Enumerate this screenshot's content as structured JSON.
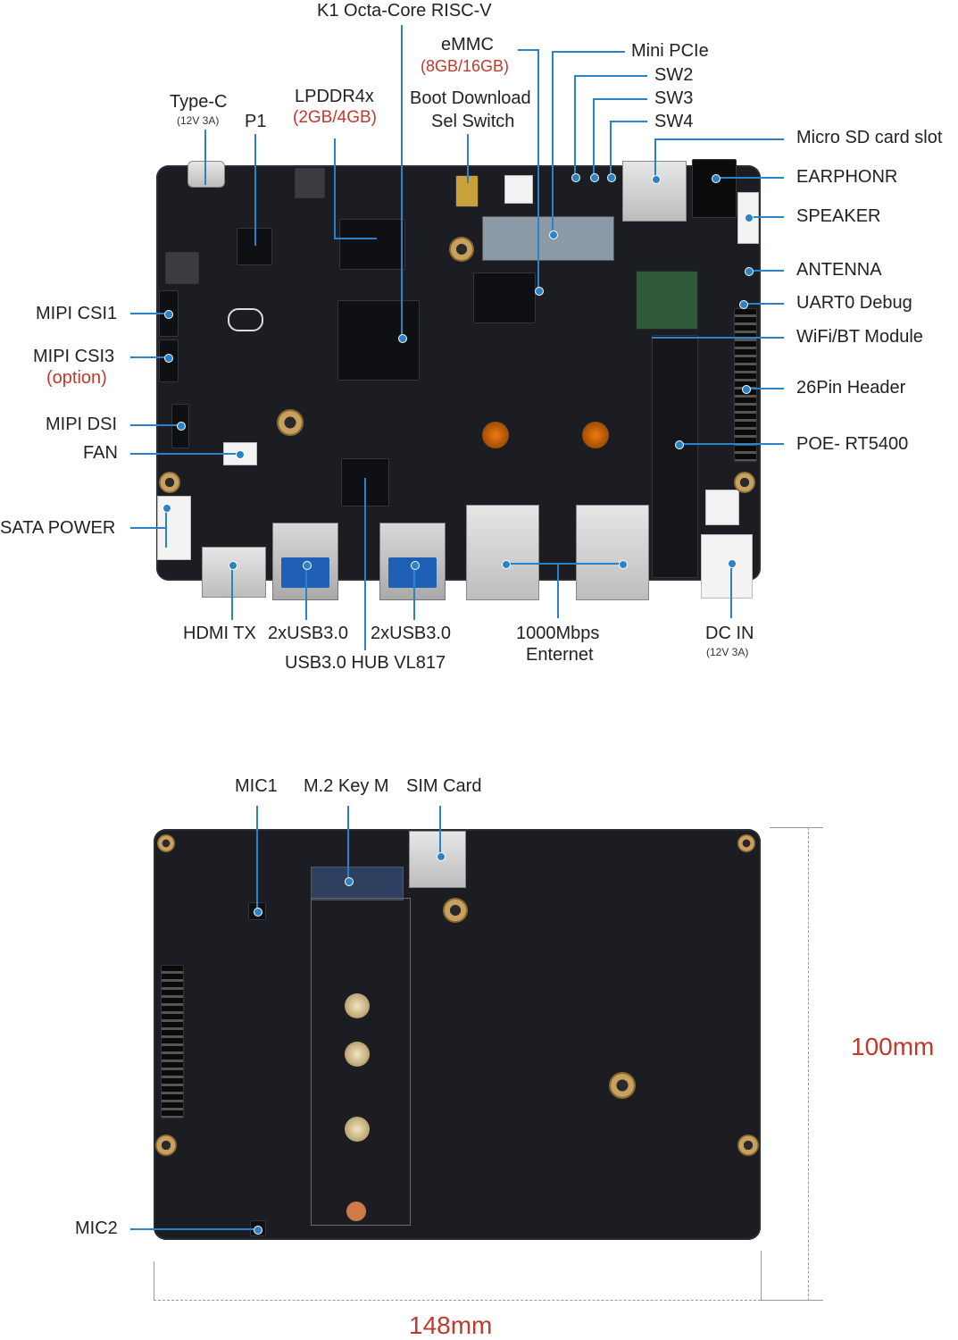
{
  "top_labels": {
    "k1": "K1 Octa-Core RISC-V",
    "emmc": "eMMC",
    "emmc_size": "(8GB/16GB)",
    "mini_pcie": "Mini PCIe",
    "sw2": "SW2",
    "sw3": "SW3",
    "sw4": "SW4",
    "type_c": "Type-C",
    "type_c_rating": "(12V 3A)",
    "lpddr": "LPDDR4x",
    "lpddr_size": "(2GB/4GB)",
    "boot_line1": "Boot Download",
    "boot_line2": "Sel Switch",
    "p1": "P1",
    "micro_sd": "Micro SD card slot",
    "earphone": "EARPHONR",
    "speaker": "SPEAKER",
    "antenna": "ANTENNA",
    "uart": "UART0 Debug",
    "wifi": "WiFi/BT Module",
    "header26": "26Pin Header",
    "poe": "POE- RT5400",
    "mipi_csi1": "MIPI CSI1",
    "mipi_csi3": "MIPI CSI3",
    "mipi_csi3_opt": "(option)",
    "mipi_dsi": "MIPI DSI",
    "fan": "FAN",
    "sata": "SATA POWER",
    "hdmi": "HDMI TX",
    "usb_a": "2xUSB3.0",
    "usb_b": "2xUSB3.0",
    "usb_hub": "USB3.0 HUB VL817",
    "eth_line1": "1000Mbps",
    "eth_line2": "Enternet",
    "dc_in": "DC IN",
    "dc_rating": "(12V 3A)"
  },
  "bottom_labels": {
    "mic1": "MIC1",
    "m2": "M.2 Key M",
    "sim": "SIM Card",
    "mic2": "MIC2",
    "height": "100mm",
    "width": "148mm"
  },
  "colors": {
    "callout": "#2b82c8",
    "accent_red": "#c0392b",
    "pcb": "#1b1d22"
  }
}
